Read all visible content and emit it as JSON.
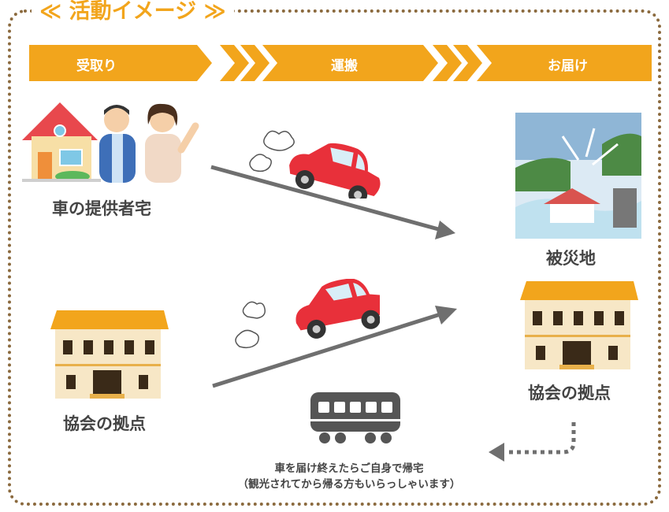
{
  "title": "≪ 活動イメージ ≫",
  "flow": {
    "steps": [
      "受取り",
      "運搬",
      "お届け"
    ],
    "color": "#f2a51c"
  },
  "nodes": {
    "provider_home": "車の提供者宅",
    "disaster_area": "被災地",
    "association_base_left": "協会の拠点",
    "association_base_right": "協会の拠点"
  },
  "note": {
    "line1": "車を届け終えたらご自身で帰宅",
    "line2": "（観光されてから帰る方もいらっしゃいます）"
  },
  "colors": {
    "frame": "#8b6a3e",
    "arrow": "#6f6f6f",
    "car": "#e8303a",
    "building_roof": "#f2a51c"
  },
  "icons": [
    "house-icon",
    "family-icon",
    "car-icon",
    "disaster-flood-icon",
    "building-icon",
    "train-icon",
    "smoke-icon"
  ]
}
